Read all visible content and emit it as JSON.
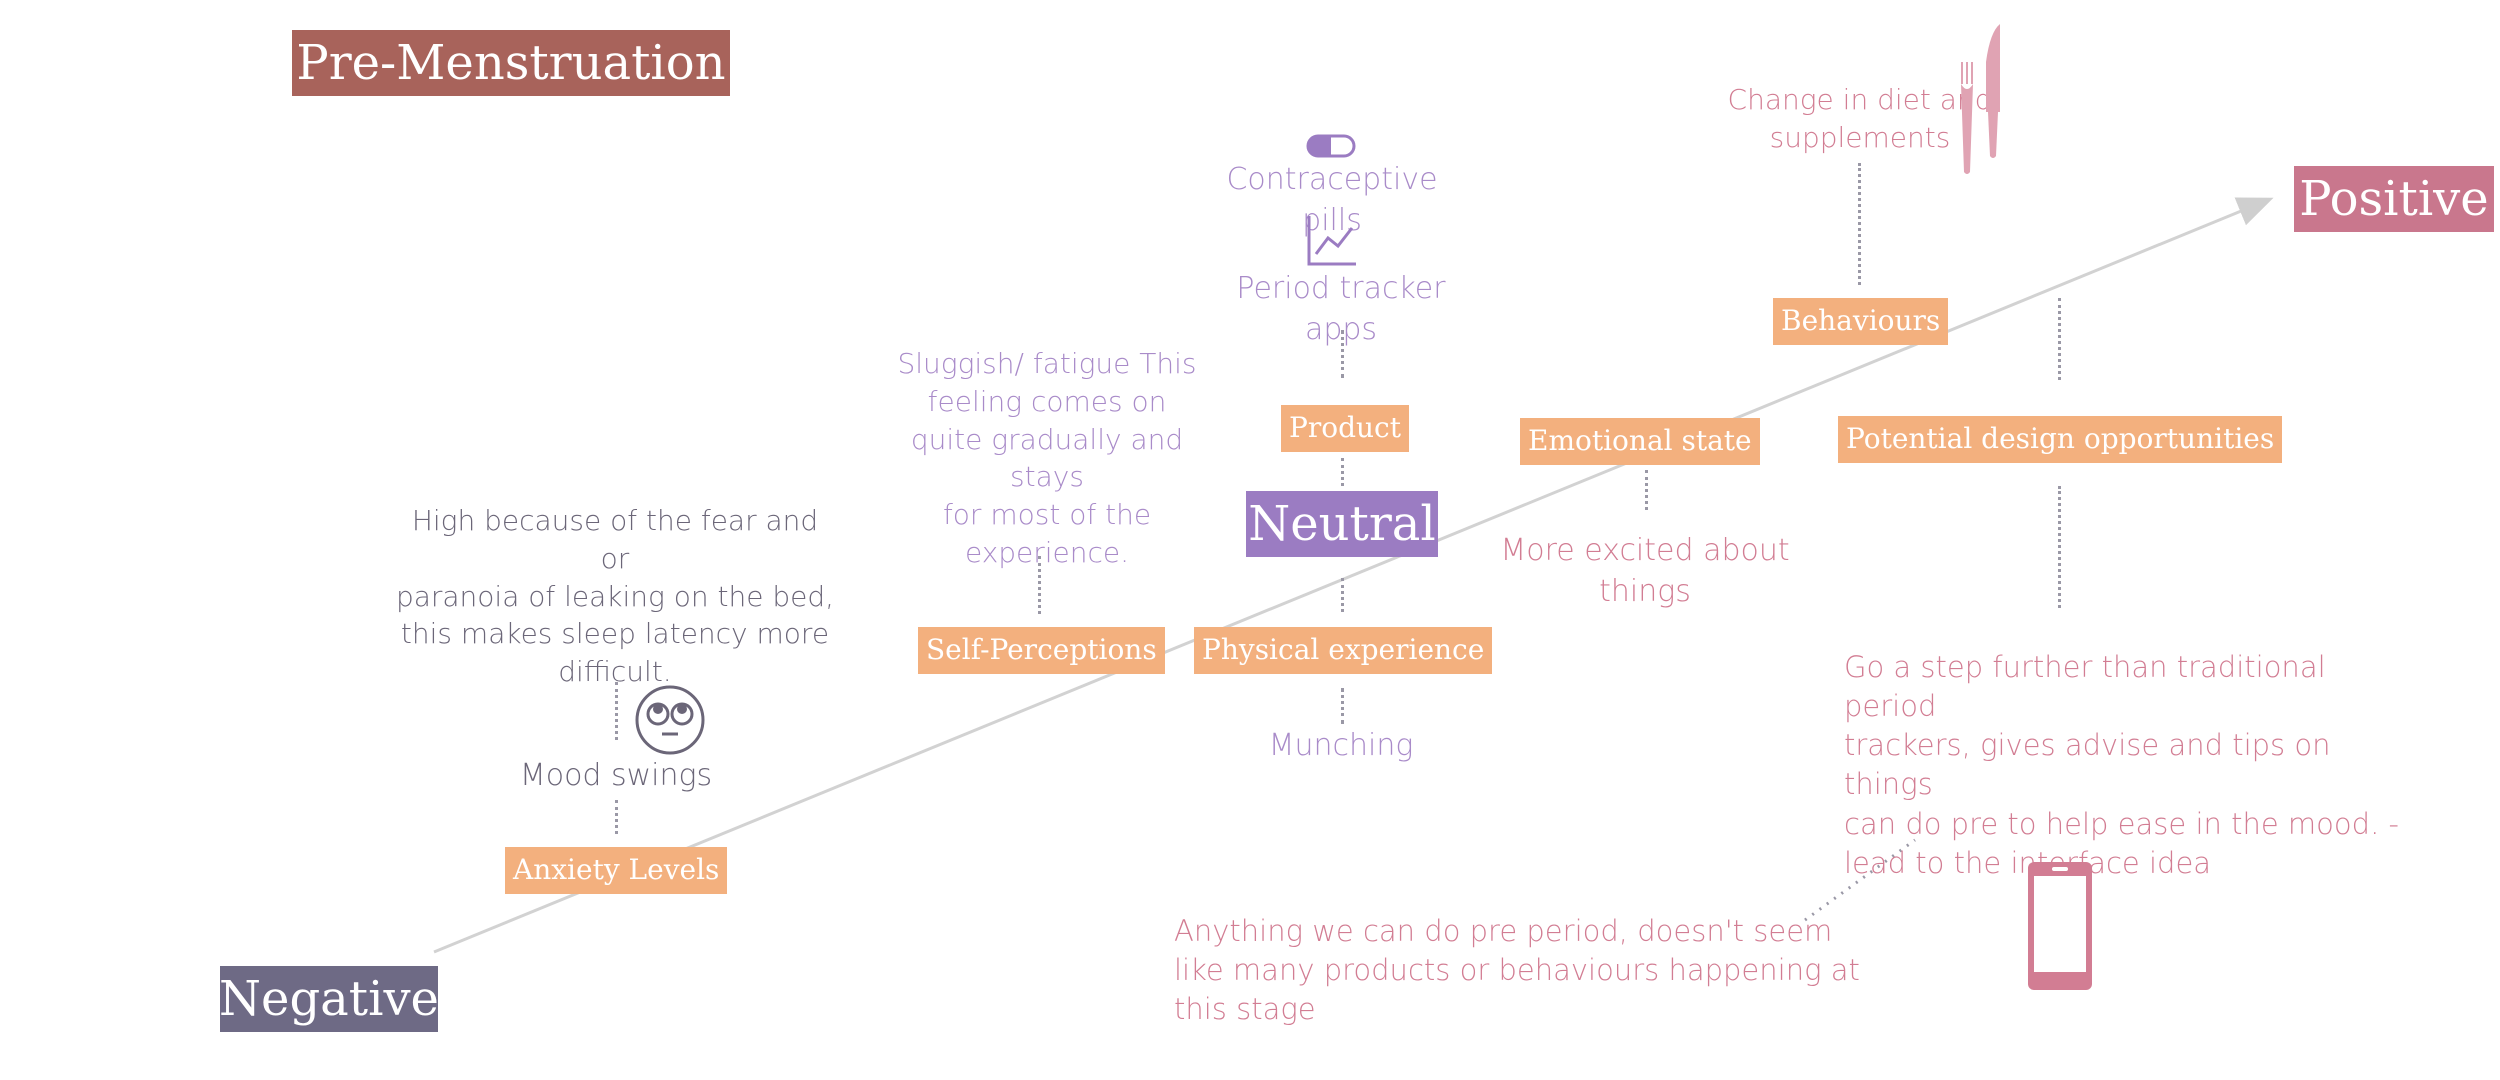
{
  "title": "Pre-Menstruation",
  "axis": {
    "negative": "Negative",
    "neutral": "Neutral",
    "positive": "Positive"
  },
  "categories": {
    "anxiety": "Anxiety Levels",
    "self_perceptions": "Self-Perceptions",
    "physical": "Physical experience",
    "product": "Product",
    "emotional": "Emotional state",
    "behaviours": "Behaviours",
    "design": "Potential design opportunities"
  },
  "notes": {
    "anxiety_desc": "High because of the fear and or\nparanoia of leaking on the bed,\nthis makes sleep latency more\ndifficult.",
    "mood_swings": "Mood swings",
    "sluggish": "Sluggish/ fatigue This\nfeeling comes on\nquite gradually and stays\nfor most of the\nexperience.",
    "contraceptive": "Contraceptive pills",
    "tracker_apps": "Period tracker apps",
    "munching": "Munching",
    "excited": "More excited about things",
    "diet": "Change in diet and\nsupplements",
    "design_desc": "Go a step further than traditional period\ntrackers, gives advise and tips on things\ncan do pre to help ease in the mood. -\nlead to the interface idea",
    "pre_period": "Anything we can do pre period, doesn't seem\nlike many products or behaviours happening at this stage"
  },
  "colors": {
    "title_bg": "#a8635b",
    "negative_bg": "#6e6a85",
    "neutral_bg": "#9b7cc2",
    "positive_bg": "#c9778d",
    "tag_bg": "#f3b07e"
  },
  "icons": [
    "eye-roll-face-icon",
    "pill-icon",
    "line-chart-icon",
    "fork-knife-icon",
    "smartphone-icon"
  ]
}
